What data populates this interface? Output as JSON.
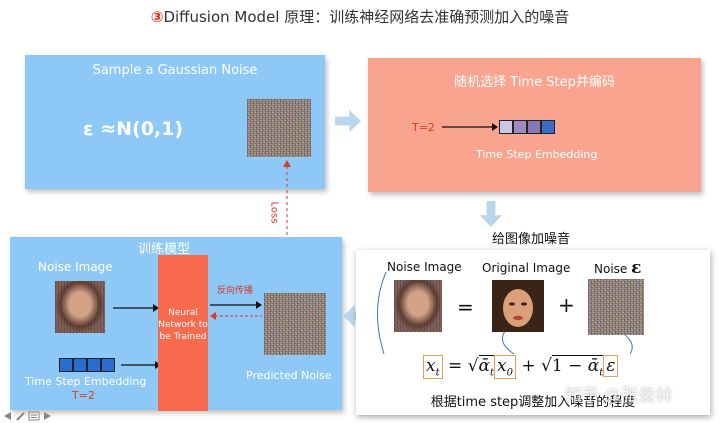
{
  "title": {
    "num": "③",
    "text": "Diffusion Model 原理：训练神经网络去准确预测加入的噪音"
  },
  "sample_panel": {
    "heading": "Sample a Gaussian Noise",
    "formula": "ε ≈N(0,1)"
  },
  "timestep_panel": {
    "heading": "随机选择 Time Step并编码",
    "t_label": "T=2",
    "embedding_label": "Time Step Embedding"
  },
  "loss_label": "Loss",
  "add_noise_title": "给图像加噪音",
  "noise_panel": {
    "noise_image_label": "Noise Image",
    "original_image_label": "Original Image",
    "noise_label": "Noise",
    "noise_symbol": "ε",
    "equals": "=",
    "plus": "+",
    "equation": {
      "lhs": "x",
      "lhs_sub": "t",
      "eq": "=",
      "sqrt1": "√",
      "alpha1": "ᾱ",
      "alpha1_sub": "t",
      "x0": "x",
      "x0_sub": "0",
      "plus": "+",
      "sqrt2": "√",
      "one_minus": "1 − ",
      "alpha2": "ᾱ",
      "alpha2_sub": "t",
      "eps": "ε"
    },
    "caption": "根据time step调整加入噪音的程度"
  },
  "train_panel": {
    "heading": "训练模型",
    "noise_image_label": "Noise Image",
    "embedding_label": "Time Step Embedding",
    "t_label": "T=2",
    "network_label": "Neural Network to be Trained",
    "backprop_label": "反向传播",
    "predicted_label": "Predicted Noise"
  },
  "watermark": "知乎 @张俊林",
  "colors": {
    "blue_panel": "#8ec8f6",
    "salmon_panel": "#f8a48e",
    "network": "#f86a4e",
    "embedding_cells": [
      "#c8c8e6",
      "#9e8cc0",
      "#8a78b4",
      "#3a6cc8"
    ],
    "accent_red": "#e0291c"
  }
}
